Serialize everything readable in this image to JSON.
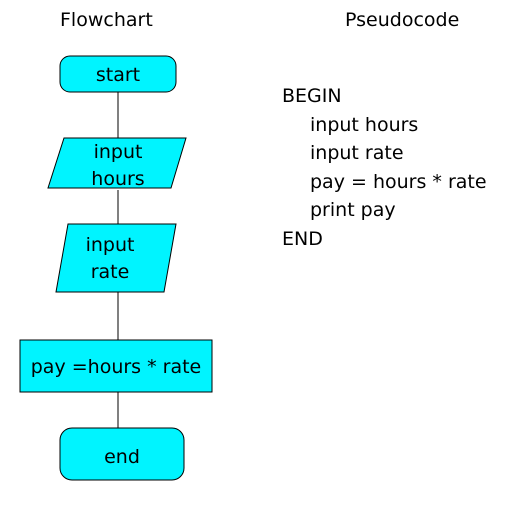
{
  "headings": {
    "flowchart": "Flowchart",
    "pseudocode": "Pseudocode"
  },
  "colors": {
    "shape_fill": "#00f4ff",
    "shape_stroke": "#000000",
    "connector": "#000000",
    "text": "#000000"
  },
  "flowchart": {
    "start": "start",
    "input_hours": [
      "input",
      "hours"
    ],
    "input_rate": [
      "input",
      "rate"
    ],
    "process": "pay =hours * rate",
    "end": "end"
  },
  "pseudocode": {
    "lines": [
      "BEGIN",
      "input hours",
      "input rate",
      "pay = hours * rate",
      "print pay",
      "END"
    ]
  }
}
